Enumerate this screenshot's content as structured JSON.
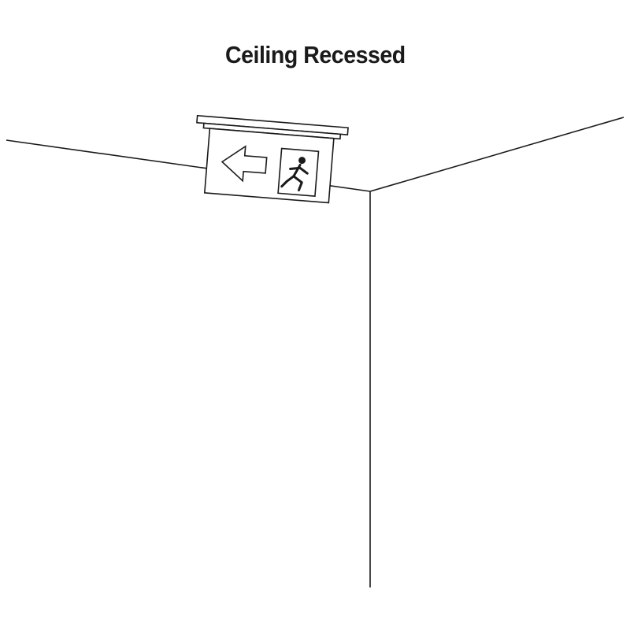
{
  "title": "Ceiling Recessed",
  "diagram": {
    "type": "line-illustration",
    "subject": "ceiling-recessed emergency exit sign at room corner",
    "sign_symbols": [
      "left-arrow",
      "running-man-through-doorway"
    ],
    "colors": {
      "line": "#1a1a1a",
      "background": "#ffffff"
    }
  }
}
